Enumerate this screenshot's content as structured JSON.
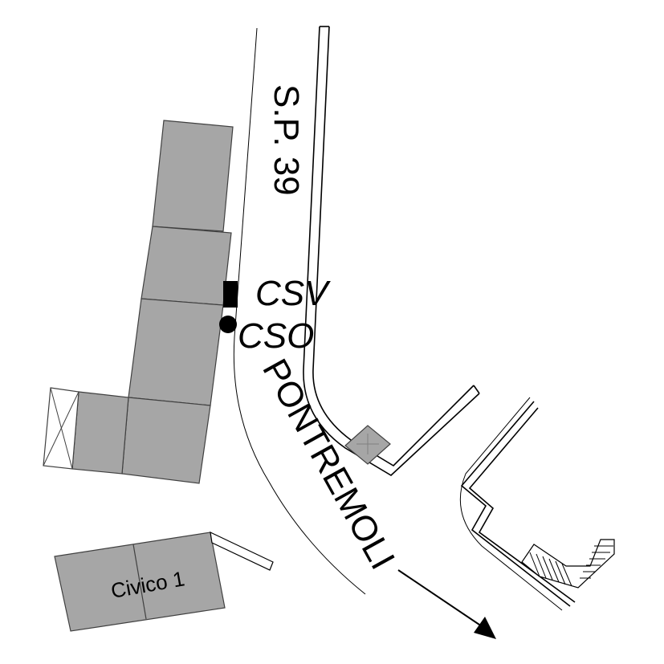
{
  "map": {
    "road_label_sp": "S.P. 39",
    "road_label_pontremoli": "PONTREMOLI",
    "marker_csv_label": "CSV",
    "marker_cso_label": "CSO",
    "building_label": "Civico 1",
    "colors": {
      "building_fill": "#a6a6a6",
      "building_stroke": "#404040",
      "line": "#000000",
      "background": "#ffffff"
    },
    "icons": [
      "square-marker-icon",
      "circle-marker-icon",
      "direction-arrow-icon"
    ]
  }
}
